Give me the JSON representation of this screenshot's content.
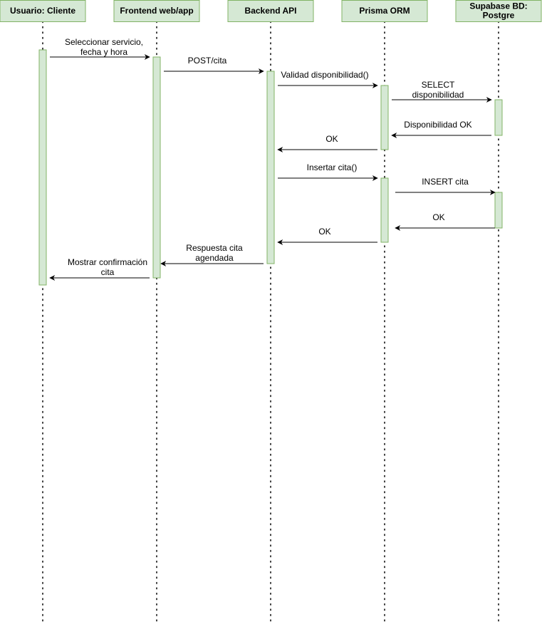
{
  "colors": {
    "participant_fill": "#d5e8d4",
    "participant_stroke": "#82b366",
    "line": "#000000",
    "text": "#000000"
  },
  "participants": [
    {
      "id": "cliente",
      "label": [
        "Usuario: Cliente"
      ]
    },
    {
      "id": "frontend",
      "label": [
        "Frontend web/app"
      ]
    },
    {
      "id": "backend",
      "label": [
        "Backend API"
      ]
    },
    {
      "id": "prisma",
      "label": [
        "Prisma ORM"
      ]
    },
    {
      "id": "supabase",
      "label": [
        "Supabase BD:",
        "Postgre"
      ]
    }
  ],
  "messages": [
    {
      "from": "cliente",
      "to": "frontend",
      "label": [
        "Seleccionar servicio,",
        "fecha y hora"
      ]
    },
    {
      "from": "frontend",
      "to": "backend",
      "label": [
        "POST/cita"
      ]
    },
    {
      "from": "backend",
      "to": "prisma",
      "label": [
        "Validad disponibilidad()"
      ]
    },
    {
      "from": "prisma",
      "to": "supabase",
      "label": [
        "SELECT",
        "disponibilidad"
      ]
    },
    {
      "from": "supabase",
      "to": "prisma",
      "label": [
        "Disponibilidad OK"
      ]
    },
    {
      "from": "prisma",
      "to": "backend",
      "label": [
        "OK"
      ]
    },
    {
      "from": "backend",
      "to": "prisma",
      "label": [
        "Insertar cita()"
      ]
    },
    {
      "from": "prisma",
      "to": "supabase",
      "label": [
        "INSERT cita"
      ]
    },
    {
      "from": "supabase",
      "to": "prisma",
      "label": [
        "OK"
      ]
    },
    {
      "from": "prisma",
      "to": "backend",
      "label": [
        "OK"
      ]
    },
    {
      "from": "backend",
      "to": "frontend",
      "label": [
        "Respuesta cita",
        "agendada"
      ]
    },
    {
      "from": "frontend",
      "to": "cliente",
      "label": [
        "Mostrar confirmación",
        "cita"
      ]
    }
  ]
}
